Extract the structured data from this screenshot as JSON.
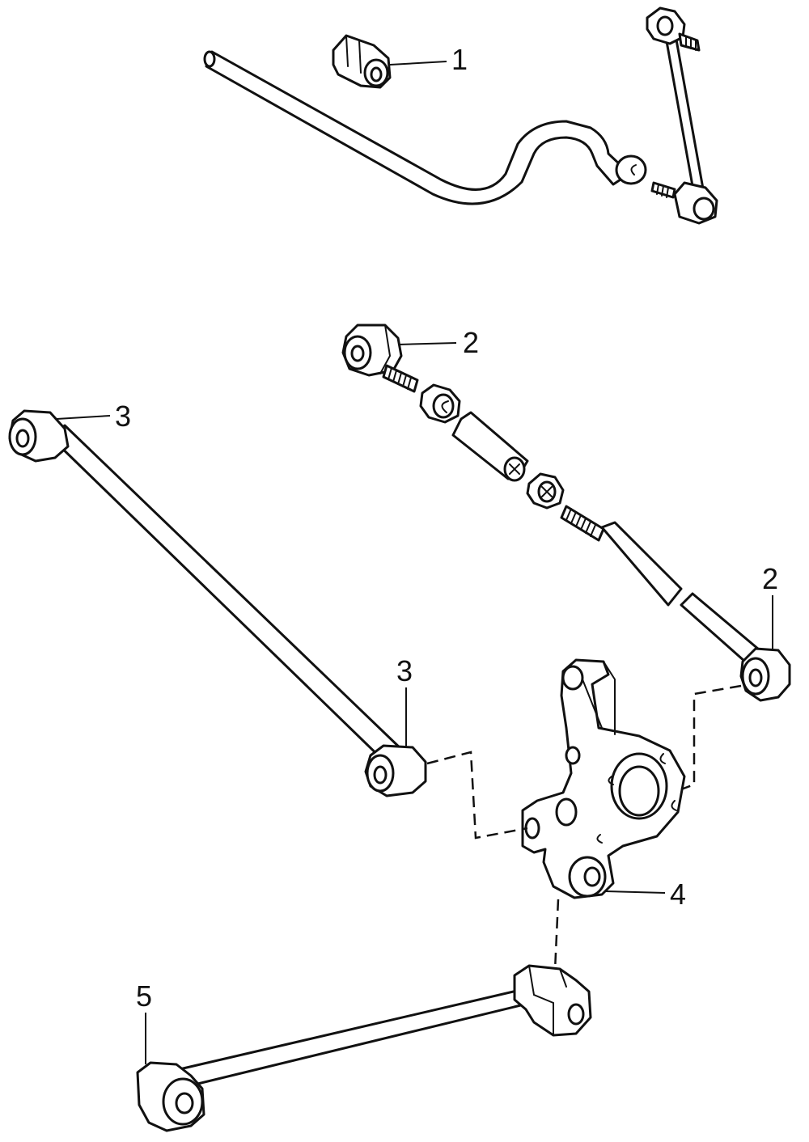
{
  "callouts": [
    {
      "id": "c1",
      "label": "1"
    },
    {
      "id": "c2a",
      "label": "2"
    },
    {
      "id": "c2b",
      "label": "2"
    },
    {
      "id": "c3a",
      "label": "3"
    },
    {
      "id": "c3b",
      "label": "3"
    },
    {
      "id": "c4",
      "label": "4"
    },
    {
      "id": "c5",
      "label": "5"
    }
  ]
}
